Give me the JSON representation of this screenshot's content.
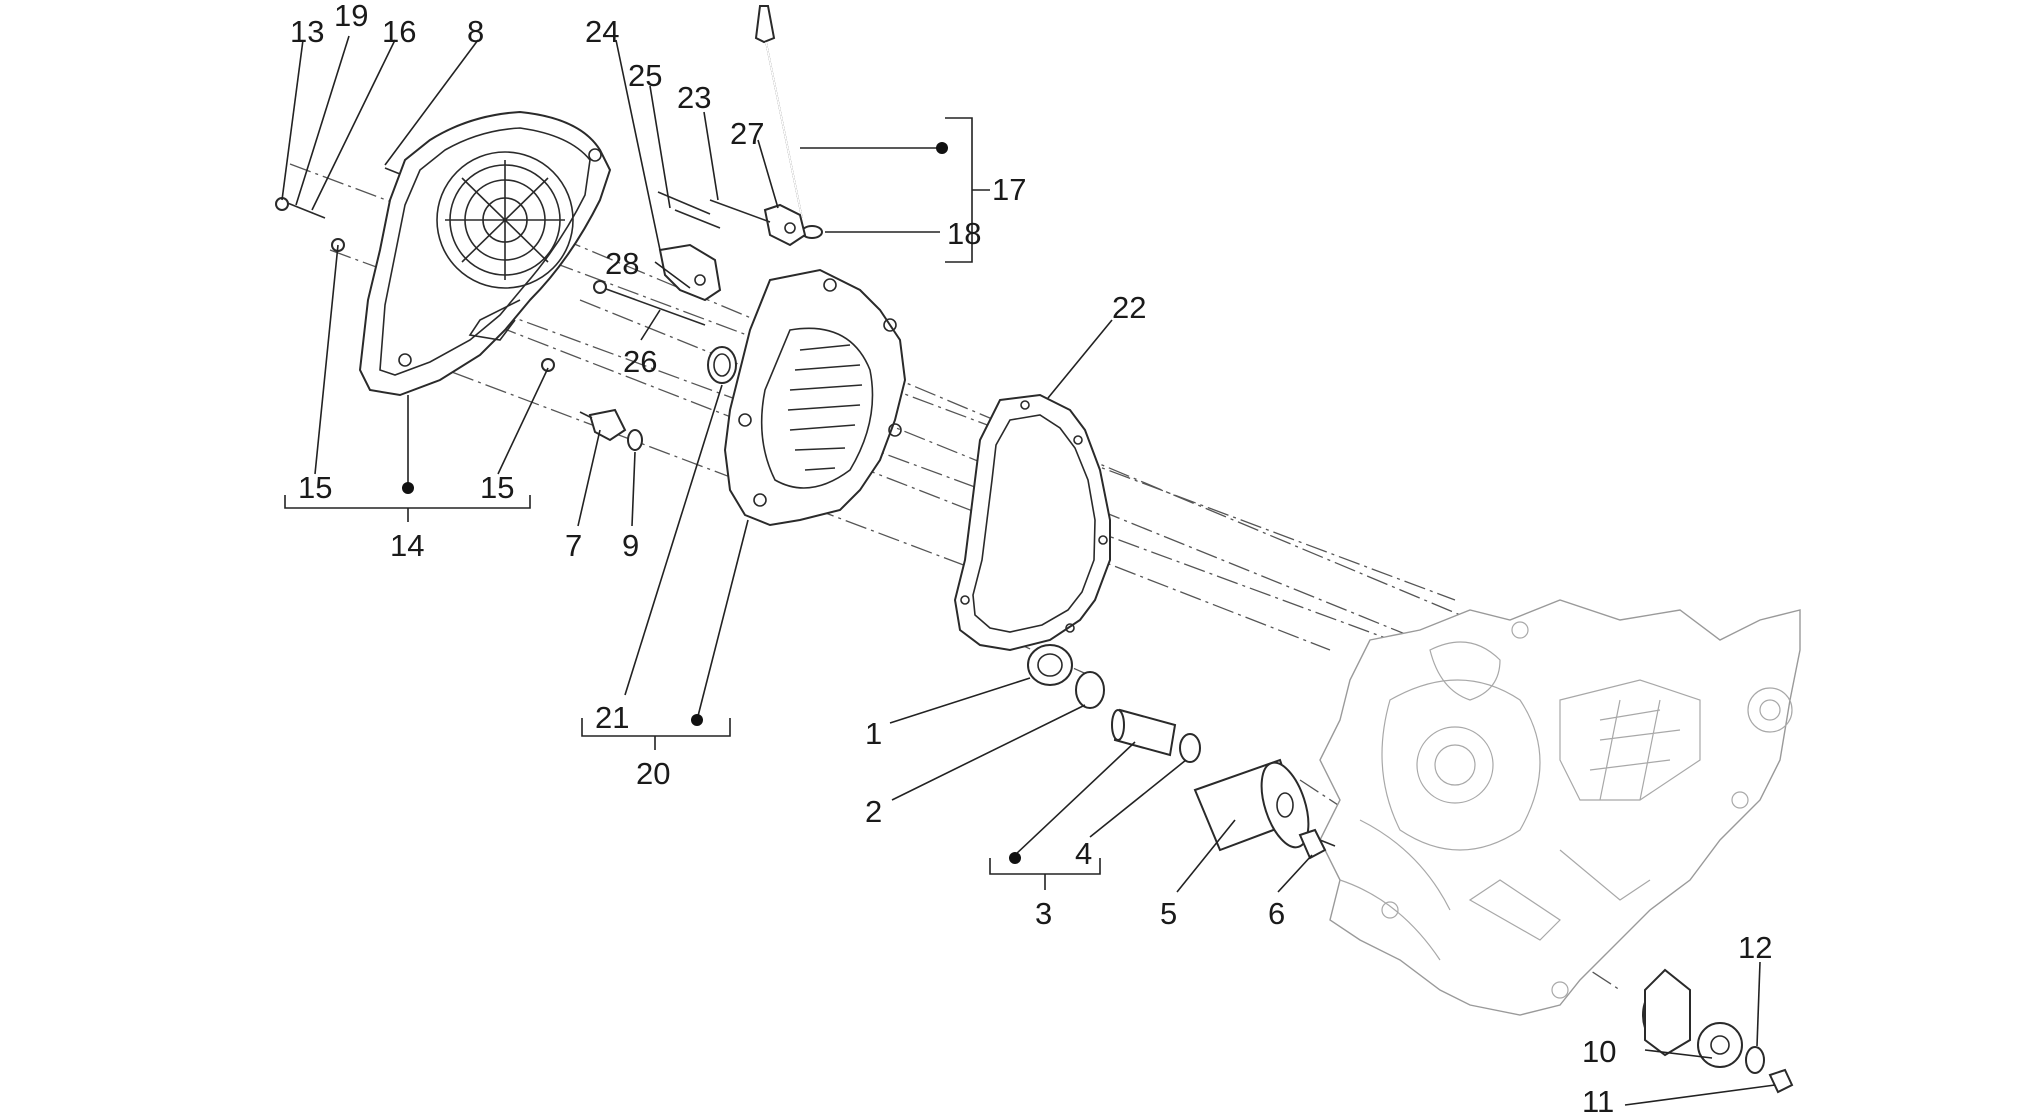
{
  "labels": {
    "l1": "1",
    "l2": "2",
    "l3": "3",
    "l4": "4",
    "l5": "5",
    "l6": "6",
    "l7": "7",
    "l8": "8",
    "l9": "9",
    "l10": "10",
    "l11": "11",
    "l12": "12",
    "l13": "13",
    "l14": "14",
    "l15a": "15",
    "l15b": "15",
    "l16": "16",
    "l17": "17",
    "l18": "18",
    "l19": "19",
    "l20": "20",
    "l21": "21",
    "l22": "22",
    "l23": "23",
    "l24": "24",
    "l25": "25",
    "l26": "26",
    "l27": "27",
    "l28": "28"
  }
}
